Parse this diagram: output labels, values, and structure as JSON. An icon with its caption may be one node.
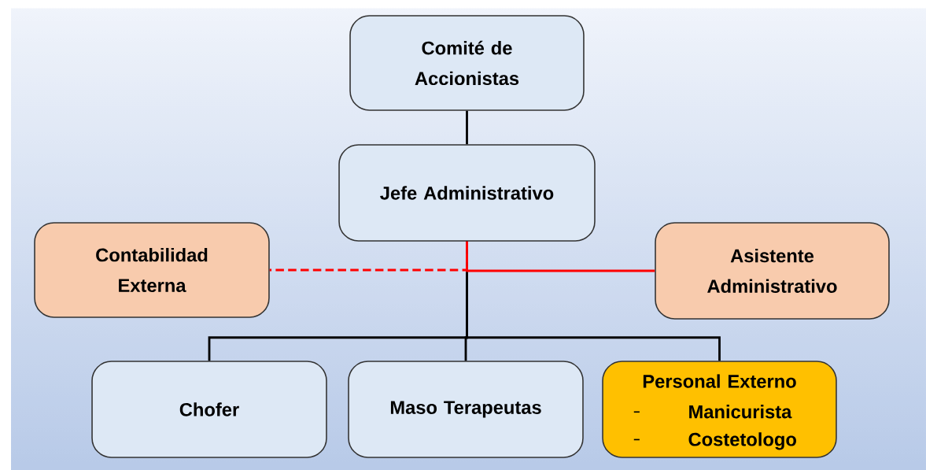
{
  "diagram": {
    "nodes": [
      {
        "text": [
          "Comité de Accionistas"
        ]
      },
      {
        "text": [
          "Jefe Administrativo"
        ]
      },
      {
        "text": [
          "Contabilidad Externa"
        ]
      },
      {
        "text": [
          "Asistente Administrativo"
        ]
      },
      {
        "text": [
          "Chofer"
        ]
      },
      {
        "text": [
          "Maso Terapeutas"
        ]
      },
      {
        "text": [
          "Personal Externo",
          "Manicurista",
          "Costetologo"
        ]
      }
    ],
    "edges": [
      {
        "from": 0,
        "to": 1,
        "arrow": "none"
      },
      {
        "from": 1,
        "to": 4,
        "arrow": "none"
      },
      {
        "from": 1,
        "to": 5,
        "arrow": "none"
      },
      {
        "from": 1,
        "to": 6,
        "arrow": "none"
      },
      {
        "from": 1,
        "to": 3,
        "arrow": "none",
        "color": "#ff0000"
      },
      {
        "from": 1,
        "to": 2,
        "arrow": "none",
        "style": "dashed",
        "color": "#ff0000"
      }
    ]
  }
}
